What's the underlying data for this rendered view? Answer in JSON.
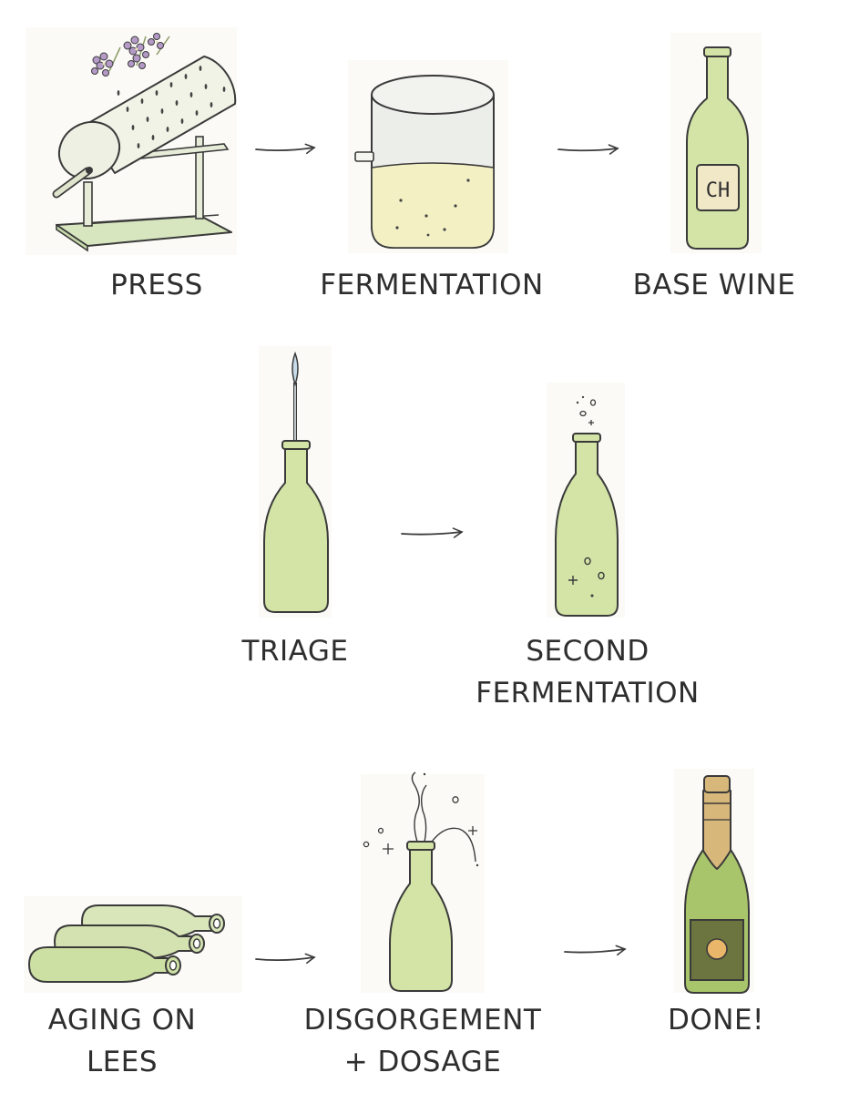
{
  "steps": {
    "press": {
      "label": "PRESS",
      "icon": "wine-press-icon"
    },
    "fermentation": {
      "label": "FERMENTATION",
      "icon": "fermentation-vat-icon"
    },
    "base_wine": {
      "label": "BASE WINE",
      "icon": "base-wine-bottle-icon",
      "bottle_label": "CH"
    },
    "triage": {
      "label": "TRIAGE",
      "icon": "triage-bottle-icon"
    },
    "second_fermentation": {
      "label_line1": "SECOND",
      "label_line2": "FERMENTATION",
      "icon": "second-fermentation-bottle-icon"
    },
    "aging": {
      "label_line1": "AGING ON",
      "label_line2": "LEES",
      "icon": "aging-bottles-icon"
    },
    "disgorgement": {
      "label_line1": "DISGORGEMENT",
      "label_line2": "+ DOSAGE",
      "icon": "disgorgement-bottle-icon"
    },
    "done": {
      "label": "DONE!",
      "icon": "finished-champagne-bottle-icon"
    }
  },
  "colors": {
    "bottle_green": "#d3e4a6",
    "liquid_yellow": "#f3f0c4",
    "outline": "#3a3a3a",
    "foil_gold": "#d8b77a",
    "flower_purple": "#b59ac8"
  }
}
